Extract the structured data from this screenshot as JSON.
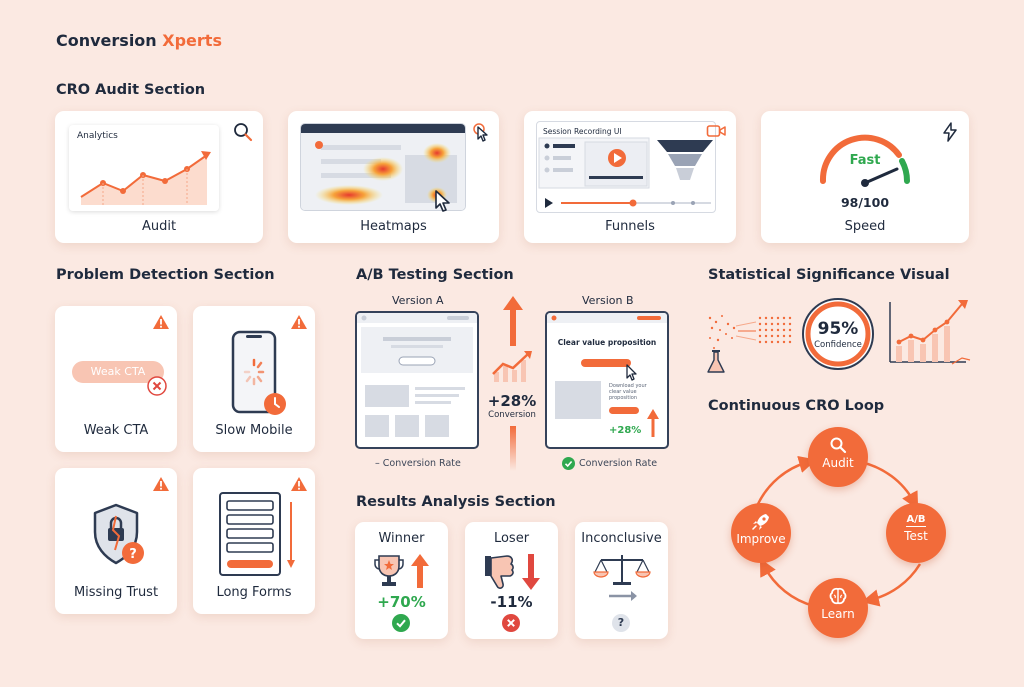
{
  "brand": {
    "name": "Conversion",
    "accent": "Xperts"
  },
  "colors": {
    "accent": "#f26b3a",
    "navy": "#1f2a3d",
    "green": "#2fa84f",
    "red": "#e0483f",
    "background": "#fbe9e2"
  },
  "audit": {
    "title": "CRO Audit Section",
    "cards": [
      {
        "label": "Audit",
        "inner_title": "Analytics",
        "icon": "search-icon"
      },
      {
        "label": "Heatmaps",
        "icon": "cursor-click-icon"
      },
      {
        "label": "Funnels",
        "inner_title": "Session Recording UI",
        "icon": "video-camera-icon"
      },
      {
        "label": "Speed",
        "gauge_text": "Fast",
        "score": "98/100",
        "icon": "lightning-icon"
      }
    ]
  },
  "problems": {
    "title": "Problem Detection Section",
    "cards": [
      {
        "label": "Weak CTA",
        "button_text": "Weak CTA",
        "icon": "warning-icon"
      },
      {
        "label": "Slow Mobile",
        "icon": "warning-icon"
      },
      {
        "label": "Missing Trust",
        "icon": "warning-icon"
      },
      {
        "label": "Long Forms",
        "icon": "warning-icon"
      }
    ]
  },
  "ab": {
    "title": "A/B Testing Section",
    "version_a": "Version A",
    "version_b": "Version B",
    "b_headline": "Clear value proposition",
    "b_subtext": "Download your clear value proposition",
    "b_lift": "+28%",
    "lift": "+28%",
    "lift_label": "Conversion",
    "a_caption": "– Conversion Rate",
    "b_caption": "Conversion Rate"
  },
  "results": {
    "title": "Results Analysis Section",
    "cards": [
      {
        "title": "Winner",
        "value": "+70%",
        "status": "check-icon"
      },
      {
        "title": "Loser",
        "value": "-11%",
        "status": "x-icon"
      },
      {
        "title": "Inconclusive",
        "value": "",
        "status": "?"
      }
    ]
  },
  "stats": {
    "title": "Statistical Significance Visual",
    "confidence_value": "95%",
    "confidence_label": "Confidence"
  },
  "loop": {
    "title": "Continuous CRO Loop",
    "nodes": [
      {
        "label": "Audit",
        "icon": "search-icon"
      },
      {
        "label": "Test",
        "badge": "A/B",
        "icon": "ab-icon"
      },
      {
        "label": "Learn",
        "icon": "brain-icon"
      },
      {
        "label": "Improve",
        "icon": "rocket-icon"
      }
    ]
  }
}
